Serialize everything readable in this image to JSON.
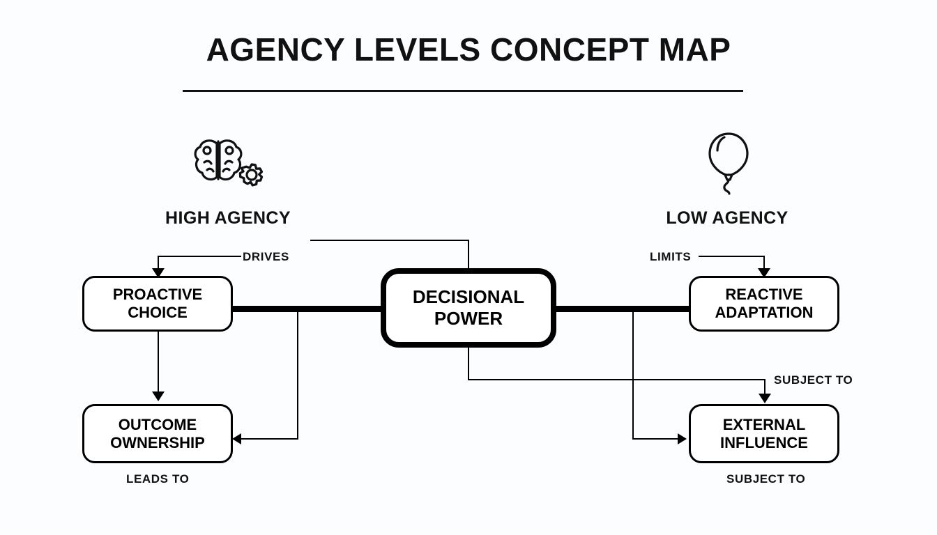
{
  "diagram": {
    "title": "AGENCY LEVELS CONCEPT MAP",
    "sections": [
      {
        "id": "high",
        "label": "HIGH AGENCY",
        "icon": "brain-gear-icon"
      },
      {
        "id": "low",
        "label": "LOW AGENCY",
        "icon": "balloon-icon"
      }
    ],
    "nodes": [
      {
        "id": "proactive",
        "label": "PROACTIVE\nCHOICE",
        "line1": "PROACTIVE",
        "line2": "CHOICE"
      },
      {
        "id": "outcome",
        "label": "OUTCOME\nOWNERSHIP",
        "line1": "OUTCOME",
        "line2": "OWNERSHIP"
      },
      {
        "id": "decisional",
        "label": "DECISIONAL\nPOWER",
        "line1": "DECISIONAL",
        "line2": "POWER"
      },
      {
        "id": "reactive",
        "label": "REACTIVE\nADAPTATION",
        "line1": "REACTIVE",
        "line2": "ADAPTATION"
      },
      {
        "id": "external",
        "label": "EXTERNAL\nINFLUENCE",
        "line1": "EXTERNAL",
        "line2": "INFLUENCE"
      }
    ],
    "edges": [
      {
        "id": "drives",
        "label": "DRIVES",
        "from": "decisional",
        "to": "proactive"
      },
      {
        "id": "limits",
        "label": "LIMITS",
        "from": "decisional",
        "to": "reactive"
      },
      {
        "id": "leads-to",
        "label": "LEADS TO",
        "from": "proactive",
        "to": "outcome"
      },
      {
        "id": "subject-to-1",
        "label": "SUBJECT TO",
        "from": "decisional",
        "to": "external"
      },
      {
        "id": "subject-to-2",
        "label": "SUBJECT TO",
        "from": "reactive",
        "to": "external"
      }
    ],
    "colors": {
      "background": "#fcfdfe",
      "stroke": "#000000",
      "text": "#111111"
    }
  }
}
